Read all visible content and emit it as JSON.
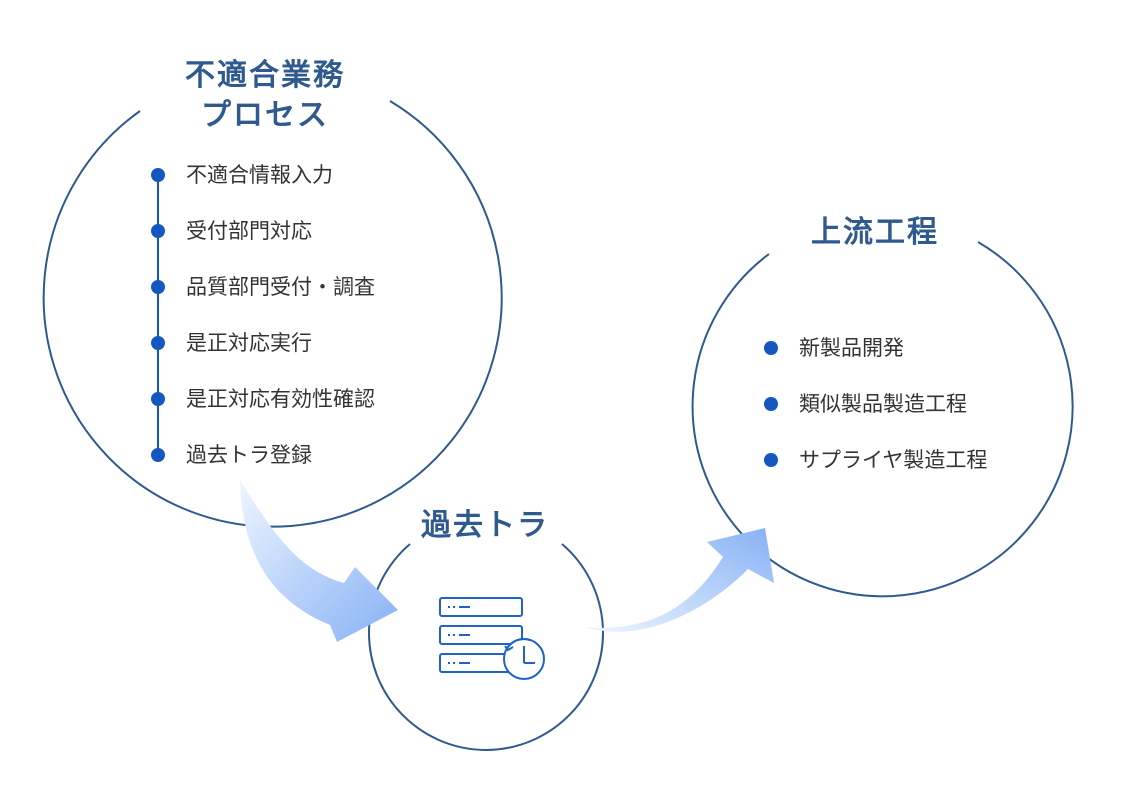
{
  "process": {
    "title_line1": "不適合業務",
    "title_line2": "プロセス",
    "items": [
      "不適合情報入力",
      "受付部門対応",
      "品質部門受付・調査",
      "是正対応実行",
      "是正対応有効性確認",
      "過去トラ登録"
    ]
  },
  "past_trouble": {
    "title": "過去トラ",
    "icon": "server-history-icon"
  },
  "upstream": {
    "title": "上流工程",
    "items": [
      "新製品開発",
      "類似製品製造工程",
      "サプライヤ製造工程"
    ]
  },
  "colors": {
    "circle_stroke": "#2e5a8e",
    "title": "#2e5a8e",
    "bullet": "#1457c0",
    "arrow_light": "#eef5ff",
    "arrow_dark": "#86b1f5",
    "icon": "#1f63c8",
    "text": "#333333"
  }
}
